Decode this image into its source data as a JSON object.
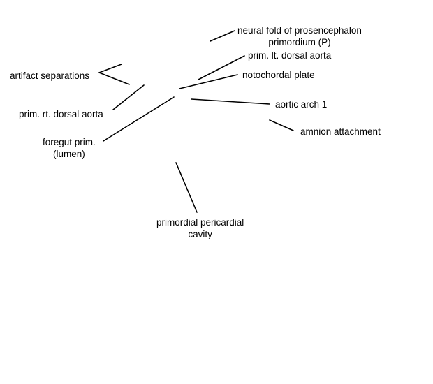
{
  "colors": {
    "background": "#ffffff",
    "ink": "#000000"
  },
  "labels": {
    "neural_fold": {
      "line1": "neural fold of prosencephalon",
      "line2": "primordium (P)"
    },
    "prim_lt_dorsal_aorta": "prim. lt. dorsal aorta",
    "notochordal_plate": "notochordal plate",
    "artifact_separations": "artifact separations",
    "aortic_arch_1": "aortic arch 1",
    "prim_rt_dorsal_aorta": "prim. rt. dorsal aorta",
    "amnion_attachment": "amnion attachment",
    "foregut_prim": {
      "line1": "foregut prim.",
      "line2": "(lumen)"
    },
    "primordial_pericardial_cavity": {
      "line1": "primordial pericardial",
      "line2": "cavity"
    }
  }
}
